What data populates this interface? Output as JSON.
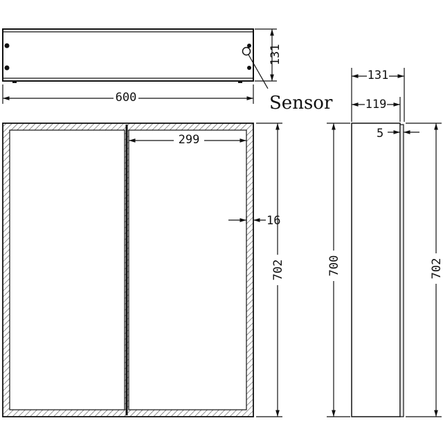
{
  "labels": {
    "sensor": "Sensor",
    "top_width": "600",
    "top_depth": "131",
    "door_width": "299",
    "frame_width": "16",
    "front_height": "702",
    "side_depth": "131",
    "side_inner_depth": "119",
    "door_thickness": "5",
    "side_height_inner": "700",
    "side_height_outer": "702"
  }
}
